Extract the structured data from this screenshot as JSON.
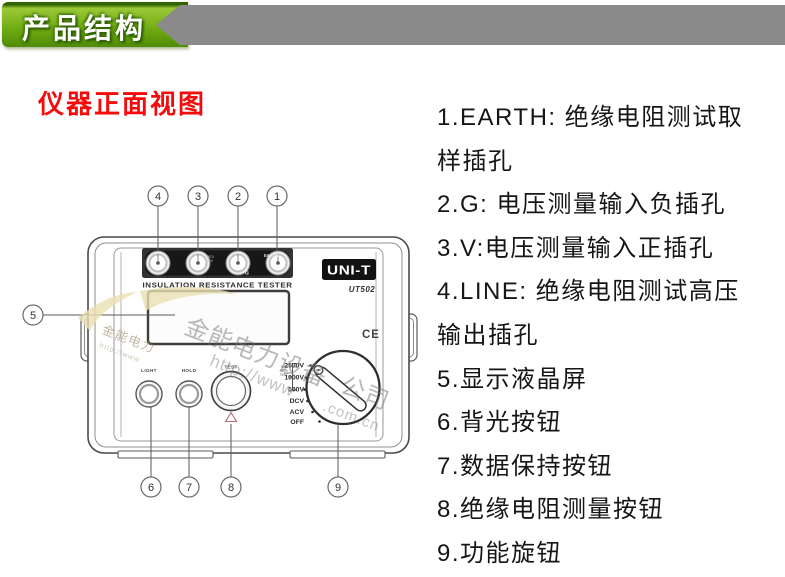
{
  "banner": {
    "title": "产品结构"
  },
  "page": {
    "section_title": "仪器正面视图"
  },
  "legend": {
    "lines": [
      "1.EARTH: 绝缘电阻测试取",
      "样插孔",
      "2.G: 电压测量输入负插孔",
      "3.V:电压测量输入正插孔",
      "4.LINE: 绝缘电阻测试高压",
      "输出插孔",
      "5.显示液晶屏",
      "6.背光按钮",
      "7.数据保持按钮",
      "8.绝缘电阻测量按钮",
      "9.功能旋钮"
    ]
  },
  "device": {
    "brand": "UNI-T",
    "model": "UT502",
    "panel_title": "INSULATION RESISTANCE TESTER",
    "ce_mark": "CE",
    "jack_labels": {
      "earth": "EARTH",
      "g": "G",
      "cat_line1": "CAT.II",
      "cat_line2": "600V"
    },
    "buttons": {
      "light": "LIGHT",
      "hold": "HOLD",
      "test": "TEST"
    },
    "knob_positions": [
      "2500V",
      "1000V",
      "500V",
      "DCV",
      "ACV",
      "OFF"
    ],
    "knob_microtext": [
      "MAX",
      "600V",
      "TEST"
    ],
    "callouts": [
      "1",
      "2",
      "3",
      "4",
      "5",
      "6",
      "7",
      "8",
      "9"
    ]
  },
  "watermark": {
    "company_part1": "金能电力设备",
    "company_part2": "公司",
    "url_part1": "http://www",
    "url_part2": ".com.cn",
    "small_company": "金能电力",
    "small_url": "http://www"
  },
  "colors": {
    "banner_green": "#74af15",
    "banner_gray": "#8a8a8a",
    "title_red": "#f50b0b",
    "watermark_gold": "#eadfb2"
  }
}
